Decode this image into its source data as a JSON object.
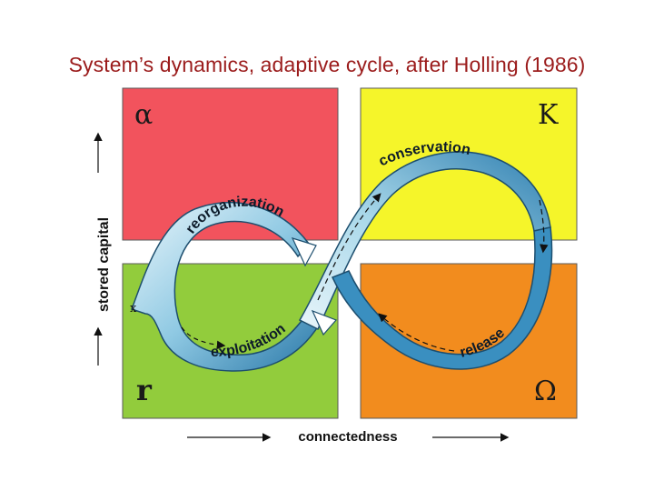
{
  "title": "System’s dynamics, adaptive cycle, after Holling (1986)",
  "quadrants": {
    "top_left": {
      "symbol": "α",
      "color": "#f2535d"
    },
    "top_right": {
      "symbol": "K",
      "color": "#f5f52a"
    },
    "bottom_left": {
      "symbol": "r",
      "color": "#92cc3c"
    },
    "bottom_right": {
      "symbol": "Ω",
      "color": "#f28c1e"
    }
  },
  "phases": {
    "conservation": "conservation",
    "reorganization": "reorganization",
    "exploitation": "exploitation",
    "release": "release"
  },
  "exit_marker": "x",
  "axes": {
    "x_label": "connectedness",
    "y_label": "stored capital"
  }
}
